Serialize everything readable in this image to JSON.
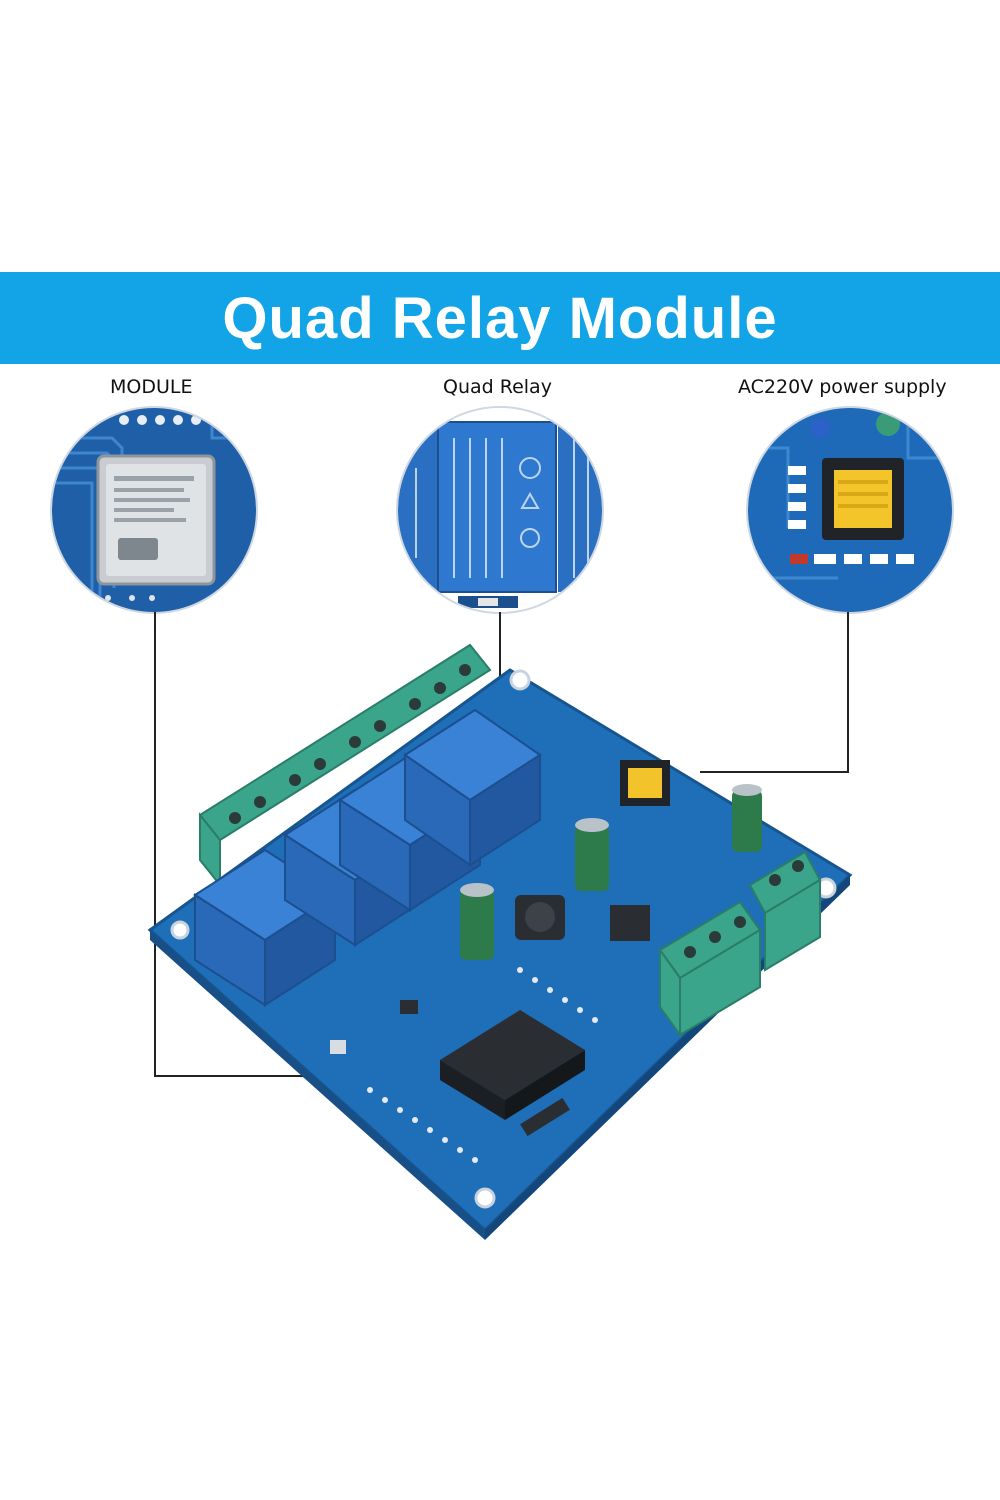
{
  "banner": {
    "title": "Quad Relay Module",
    "color": "#12a4e6"
  },
  "callouts": {
    "module": {
      "label": "MODULE"
    },
    "relay": {
      "label": "Quad Relay"
    },
    "power": {
      "label": "AC220V power supply"
    }
  },
  "colors": {
    "pcb": "#1f6fb8",
    "relay": "#2f73c9",
    "terminal": "#3aa58a",
    "transformer": "#f2c32a"
  }
}
